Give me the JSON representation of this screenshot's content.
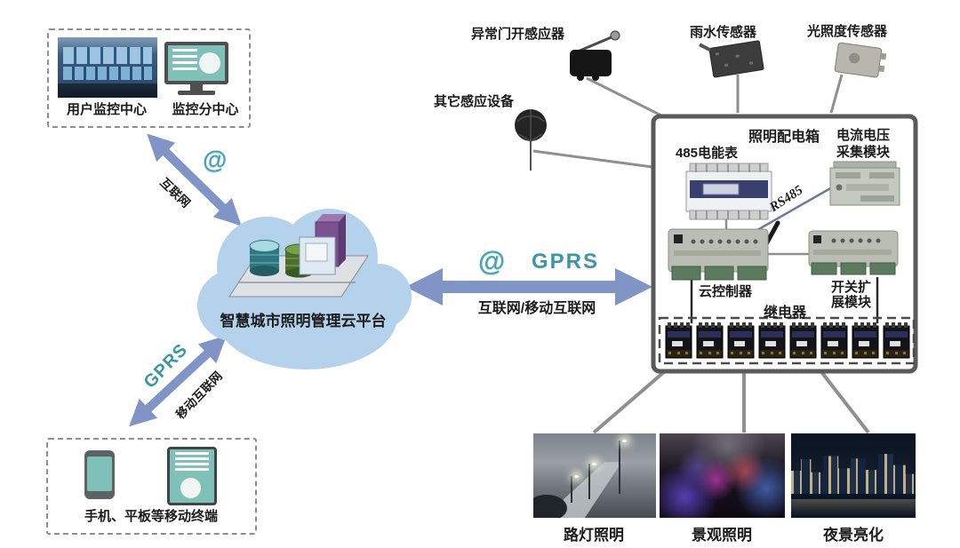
{
  "left_panel": {
    "control_center_label": "用户监控中心",
    "sub_center_label": "监控分中心",
    "at_symbol": "@",
    "internet_label": "互联网",
    "gprs_label": "GPRS",
    "mobile_internet_label": "移动互联网",
    "mobile_terminal_label": "手机、平板等移动终端"
  },
  "cloud": {
    "platform_label": "智慧城市照明管理云平台"
  },
  "center_link": {
    "at_symbol": "@",
    "gprs_label": "GPRS",
    "network_label": "互联网/移动互联网"
  },
  "sensors": {
    "door_sensor_label": "异常门开感应器",
    "other_sensor_label": "其它感应设备",
    "rain_sensor_label": "雨水传感器",
    "light_sensor_label": "光照度传感器"
  },
  "distribution_box": {
    "title": "照明配电箱",
    "meter_label": "485电能表",
    "collector_label_line1": "电流电压",
    "collector_label_line2": "采集模块",
    "rs485_label": "RS485",
    "controller_label": "云控制器",
    "expansion_label_line1": "开关扩",
    "expansion_label_line2": "展模块",
    "relay_label": "继电器"
  },
  "outputs": {
    "street_label": "路灯照明",
    "landscape_label": "景观照明",
    "night_label": "夜景亮化"
  },
  "colors": {
    "arrow_blue": "#8095c5",
    "teal_accent": "#3d96a6",
    "cloud_blue": "#b4d2ec",
    "box_border_gray": "#5a5a5a",
    "wire_gray": "#8f8f8f"
  }
}
